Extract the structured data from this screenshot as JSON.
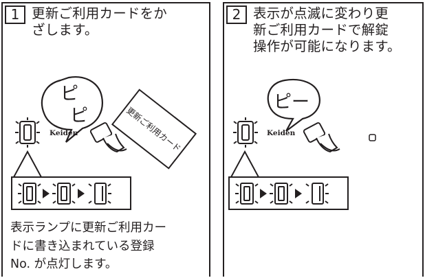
{
  "panels": [
    {
      "step": "1",
      "title": "更新ご利用カードをか\nざします。",
      "sound": [
        "ピ",
        "ピ"
      ],
      "card_label": "更新ご利用カード",
      "brand": "Keiden",
      "digits": [
        "0",
        "0",
        "1"
      ],
      "footer": "表示ランプに更新ご利用カー\nドに書き込まれている登録\nNo. が点灯します。"
    },
    {
      "step": "2",
      "title": "表示が点滅に変わり更\n新ご利用カードで解錠\n操作が可能になります。",
      "sound": [
        "ピー"
      ],
      "brand": "Keiden",
      "digits": [
        "0",
        "0",
        "1"
      ]
    }
  ],
  "colors": {
    "line": "#231f20",
    "background": "#ffffff"
  }
}
